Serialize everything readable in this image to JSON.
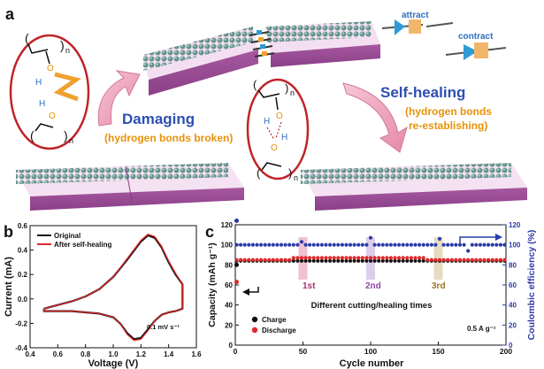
{
  "panels": {
    "a": {
      "letter": "a",
      "damaging_title": "Damaging",
      "damaging_sub": "(hydrogen bonds broken)",
      "healing_title": "Self-healing",
      "healing_sub1": "(hydrogen bonds",
      "healing_sub2": "re-establishing)",
      "attract_label": "attract",
      "contract_label": "contract",
      "chem_n": "n",
      "chem_O": "O",
      "chem_H": "H"
    },
    "b": {
      "letter": "b",
      "xlabel": "Voltage (V)",
      "ylabel": "Current (mA)",
      "legend": [
        "Original",
        "After self-healing"
      ],
      "scan_rate": "0.1 mV s⁻¹",
      "xticks": [
        "0.4",
        "0.6",
        "0.8",
        "1.0",
        "1.2",
        "1.4",
        "1.6"
      ],
      "yticks": [
        "-0.4",
        "-0.2",
        "0.0",
        "0.2",
        "0.4",
        "0.6"
      ]
    },
    "c": {
      "letter": "c",
      "xlabel": "Cycle number",
      "ylabel_left": "Capacity (mAh g⁻¹)",
      "ylabel_right": "Coulombic efficiency (%)",
      "xticks": [
        "0",
        "50",
        "100",
        "150",
        "200"
      ],
      "yticks_left": [
        "0",
        "20",
        "40",
        "60",
        "80",
        "100",
        "120"
      ],
      "yticks_right": [
        "0",
        "20",
        "40",
        "60",
        "80",
        "100",
        "120"
      ],
      "cut_labels": [
        "1st",
        "2nd",
        "3rd"
      ],
      "annotation": "Different cutting/healing times",
      "legend": [
        "Charge",
        "Discharge"
      ],
      "current_density": "0.5 A g⁻¹"
    }
  },
  "colors": {
    "damaging_blue": "#2d4fb4",
    "orange_text": "#e8920a",
    "healing_blue": "#2d4fb4",
    "charge_black": "#111111",
    "discharge_red": "#e0282a",
    "ce_blue": "#2a3aa8",
    "cut_highlight": "#d4437a"
  },
  "chart_data": [
    {
      "type": "line",
      "panel": "b",
      "xlabel": "Voltage (V)",
      "ylabel": "Current (mA)",
      "xlim": [
        0.4,
        1.6
      ],
      "ylim": [
        -0.4,
        0.6
      ],
      "series": [
        {
          "name": "Original",
          "x": [
            0.5,
            0.6,
            0.7,
            0.8,
            0.9,
            1.0,
            1.1,
            1.2,
            1.25,
            1.3,
            1.35,
            1.4,
            1.45,
            1.5,
            1.5,
            1.45,
            1.4,
            1.35,
            1.3,
            1.25,
            1.2,
            1.15,
            1.1,
            1.05,
            1.0,
            0.9,
            0.8,
            0.7,
            0.6,
            0.5,
            0.5
          ],
          "y": [
            -0.08,
            -0.05,
            -0.02,
            0.02,
            0.08,
            0.18,
            0.32,
            0.47,
            0.52,
            0.5,
            0.42,
            0.3,
            0.2,
            0.12,
            -0.08,
            -0.1,
            -0.11,
            -0.13,
            -0.18,
            -0.25,
            -0.32,
            -0.33,
            -0.28,
            -0.2,
            -0.15,
            -0.12,
            -0.11,
            -0.1,
            -0.1,
            -0.1,
            -0.08
          ]
        },
        {
          "name": "After self-healing",
          "x": [
            0.5,
            0.6,
            0.7,
            0.8,
            0.9,
            1.0,
            1.1,
            1.2,
            1.25,
            1.3,
            1.35,
            1.4,
            1.45,
            1.5,
            1.5,
            1.45,
            1.4,
            1.35,
            1.3,
            1.25,
            1.2,
            1.15,
            1.1,
            1.05,
            1.0,
            0.9,
            0.8,
            0.7,
            0.6,
            0.5,
            0.5
          ],
          "y": [
            -0.08,
            -0.05,
            -0.02,
            0.02,
            0.08,
            0.18,
            0.33,
            0.48,
            0.53,
            0.51,
            0.43,
            0.31,
            0.21,
            0.12,
            -0.08,
            -0.1,
            -0.11,
            -0.13,
            -0.18,
            -0.26,
            -0.33,
            -0.34,
            -0.29,
            -0.2,
            -0.15,
            -0.12,
            -0.11,
            -0.1,
            -0.1,
            -0.1,
            -0.08
          ]
        }
      ]
    },
    {
      "type": "scatter",
      "panel": "c",
      "xlabel": "Cycle number",
      "ylabel": "Capacity (mAh g⁻¹)",
      "y2label": "Coulombic efficiency (%)",
      "xlim": [
        0,
        200
      ],
      "ylim": [
        0,
        120
      ],
      "y2lim": [
        0,
        120
      ],
      "cut_cycles": [
        50,
        100,
        150
      ],
      "series": [
        {
          "name": "Charge",
          "x_start": 1,
          "x_end": 200,
          "typical_value": 84,
          "first_point": [
            1,
            80
          ]
        },
        {
          "name": "Discharge",
          "x_start": 1,
          "x_end": 200,
          "typical_value": 85,
          "first_point": [
            1,
            63
          ],
          "peak": 87
        },
        {
          "name": "Coulombic efficiency",
          "axis": "right",
          "x_start": 1,
          "x_end": 200,
          "typical_value": 100,
          "first_point": [
            1,
            125
          ],
          "recoveries": [
            [
              50,
              103
            ],
            [
              100,
              107
            ],
            [
              150,
              106
            ]
          ],
          "dip": [
            172,
            94
          ]
        }
      ]
    }
  ]
}
